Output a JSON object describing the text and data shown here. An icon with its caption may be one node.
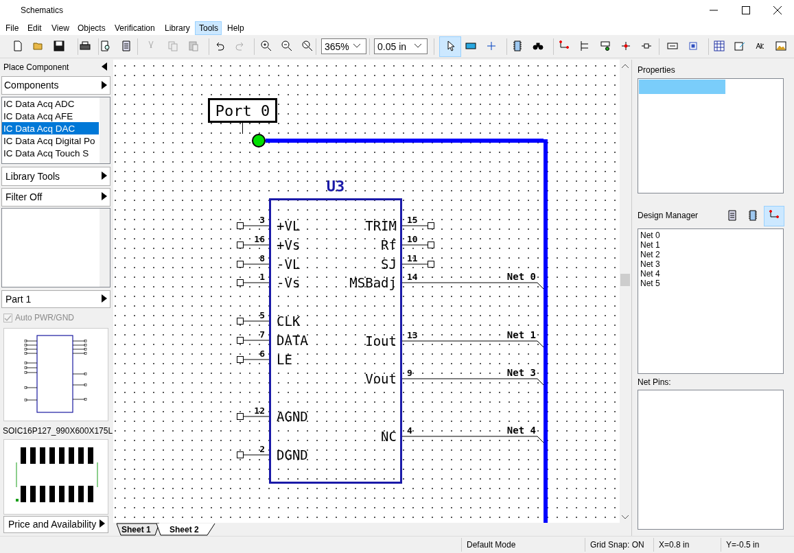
{
  "diagram": {
    "nodes": [
      {
        "text": [
          "Port 0"
        ]
      },
      {
        "text": [],
        "shape": "circle"
      },
      {
        "text": [
          "U3"
        ]
      },
      {
        "text": [],
        "shape": "bar"
      }
    ],
    "edges": [
      {
        "from": 0,
        "to": 1,
        "arrow": "none"
      },
      {
        "from": 1,
        "to": 3,
        "arrow": "none",
        "style": "thick",
        "color": "#0000ff"
      },
      {
        "from": 2,
        "to": 3,
        "arrow": "none",
        "label": "Net 0"
      },
      {
        "from": 2,
        "to": 3,
        "arrow": "none",
        "label": "Net 1"
      },
      {
        "from": 2,
        "to": 3,
        "arrow": "none",
        "label": "Net 3"
      },
      {
        "from": 2,
        "to": 3,
        "arrow": "none",
        "label": "Net 4"
      }
    ],
    "labels": [
      "Schematics",
      "File",
      "Edit",
      "View",
      "Objects",
      "Verification",
      "Library",
      "Tools",
      "Help",
      "365%",
      "0.05 in",
      "Place Component",
      "Components",
      "IC Data Acq ADC",
      "IC Data Acq AFE",
      "IC Data Acq DAC",
      "IC Data Acq Digital Po",
      "IC Data Acq Touch S",
      "Library Tools",
      "Filter Off",
      "Part 1",
      "Auto PWR/GND",
      "SOIC16P127_990X600X175L",
      "Price and Availability",
      "Properties",
      "3",
      "+VL",
      "16",
      "+Vs",
      "8",
      "-VL",
      "1",
      "-Vs",
      "5",
      "CLK",
      "7",
      "DATA",
      "6",
      "LE",
      "12",
      "AGND",
      "2",
      "DGND",
      "15",
      "TRIM",
      "10",
      "Rf",
      "11",
      "SJ",
      "14",
      "MSBadj",
      "13",
      "Iout",
      "9",
      "Vout",
      "4",
      "NC",
      "Design Manager",
      "Net 0",
      "Net 1",
      "Net 2",
      "Net 3",
      "Net 4",
      "Net 5",
      "Net Pins:",
      "Sheet 1",
      "Sheet 2",
      "Default Mode",
      "Grid Snap: ON",
      "X=0.8 in",
      "Y=-0.5 in"
    ]
  }
}
